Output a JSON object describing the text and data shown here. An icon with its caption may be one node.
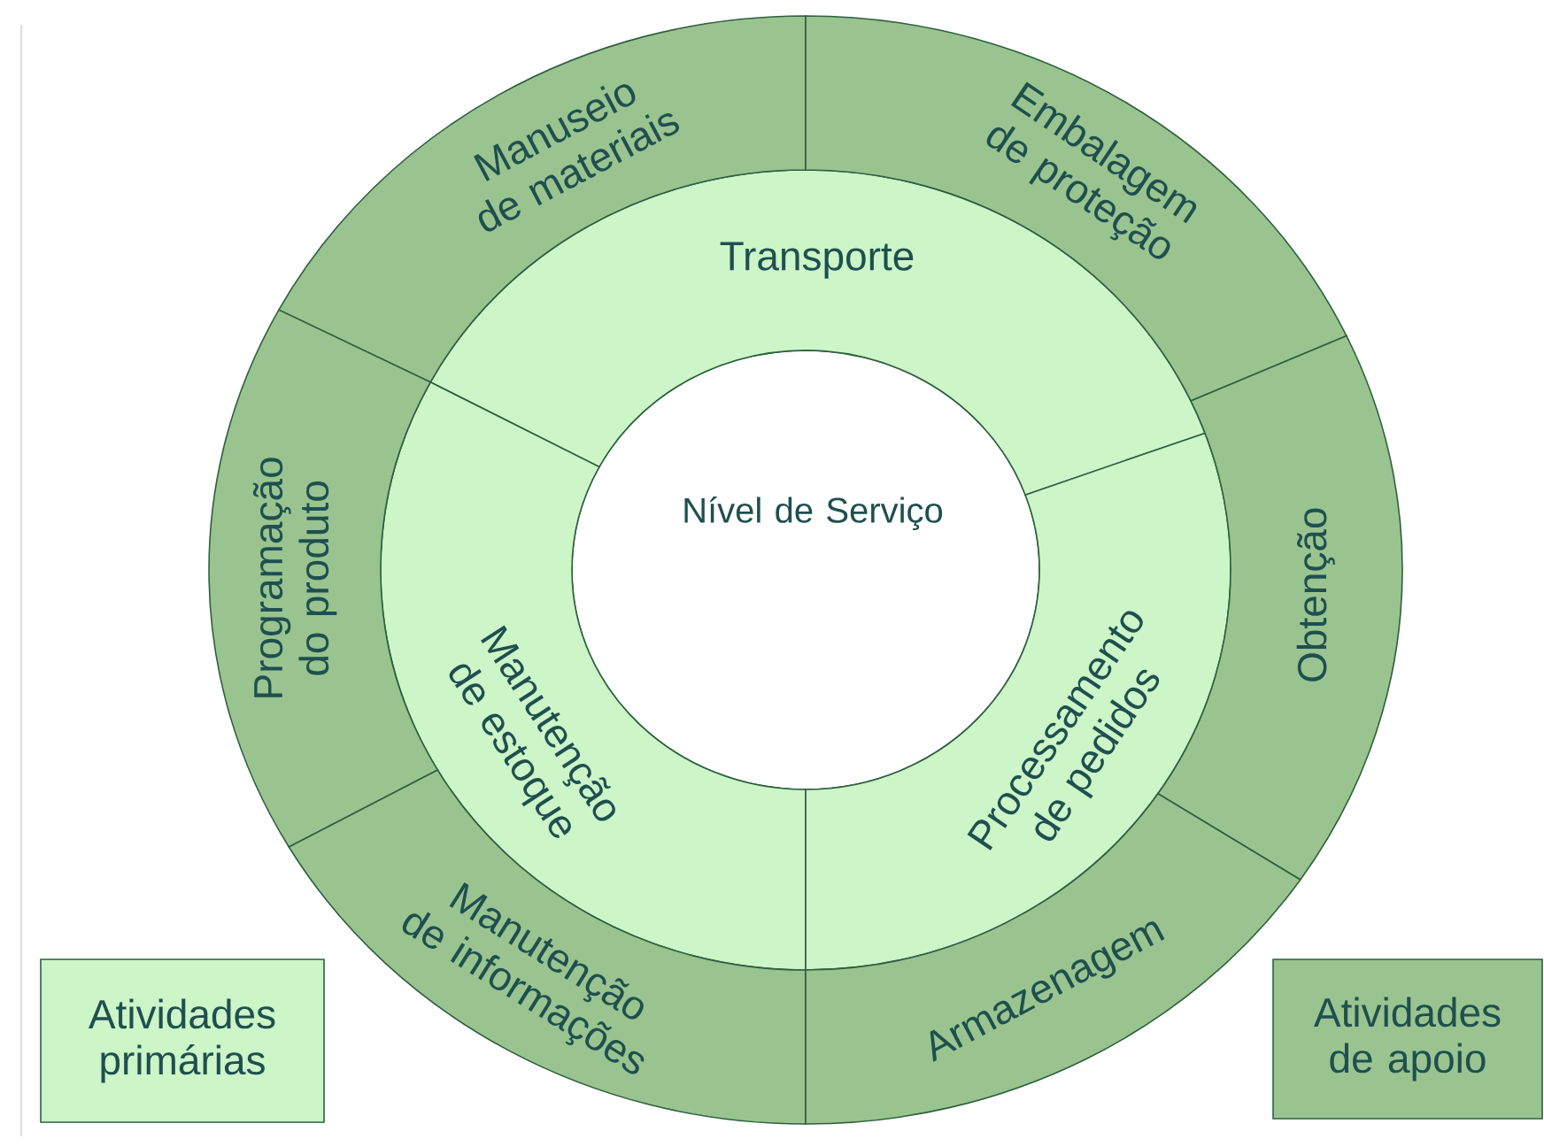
{
  "diagram": {
    "nodes": [
      {
        "text": [
          "Nível de Serviço"
        ]
      },
      {
        "text": [
          "Transporte"
        ]
      },
      {
        "text": [
          "Manutenção de estoque"
        ]
      },
      {
        "text": [
          "Processamento de pedidos"
        ]
      },
      {
        "text": [
          "Manuseio de materiais"
        ]
      },
      {
        "text": [
          "Embalagem de proteção"
        ]
      },
      {
        "text": [
          "Obtenção"
        ]
      },
      {
        "text": [
          "Programação do produto"
        ]
      },
      {
        "text": [
          "Manutenção de informações"
        ]
      },
      {
        "text": [
          "Armazenagem"
        ]
      }
    ],
    "legend": [
      {
        "text": "Atividades primárias",
        "color": "#ccf5c8"
      },
      {
        "text": "Atividades de apoio",
        "color": "#99c48f"
      }
    ]
  }
}
